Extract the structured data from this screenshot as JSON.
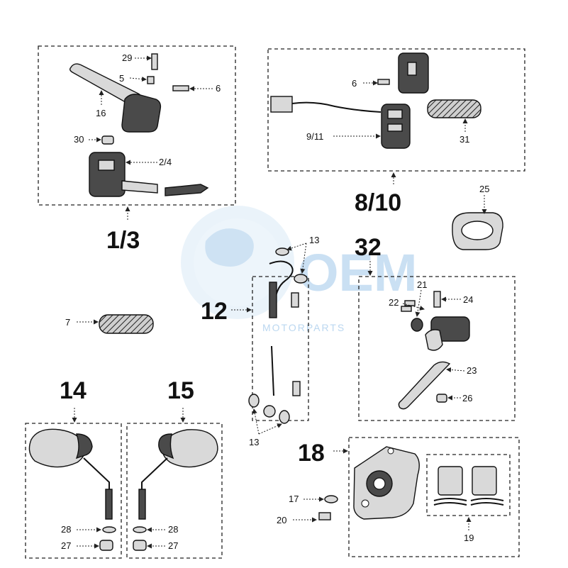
{
  "watermark": {
    "brand": "OEM",
    "sub": "MOTORPARTS",
    "color": "#9fc7ea"
  },
  "groups": {
    "g1": "1/3",
    "g2": "8/10",
    "g3": "12",
    "g4": "32",
    "g5": "14",
    "g6": "15",
    "g7": "18"
  },
  "callouts": {
    "c29": "29",
    "c5": "5",
    "c6a": "6",
    "c16": "16",
    "c30": "30",
    "c24a": "2/4",
    "c6b": "6",
    "c911": "9/11",
    "c31": "31",
    "c25": "25",
    "c13a": "13",
    "c13b": "13",
    "c7": "7",
    "c22": "22",
    "c21": "21",
    "c24": "24",
    "c23": "23",
    "c26": "26",
    "c28a": "28",
    "c27a": "27",
    "c28b": "28",
    "c27b": "27",
    "c17": "17",
    "c20": "20",
    "c19": "19"
  }
}
